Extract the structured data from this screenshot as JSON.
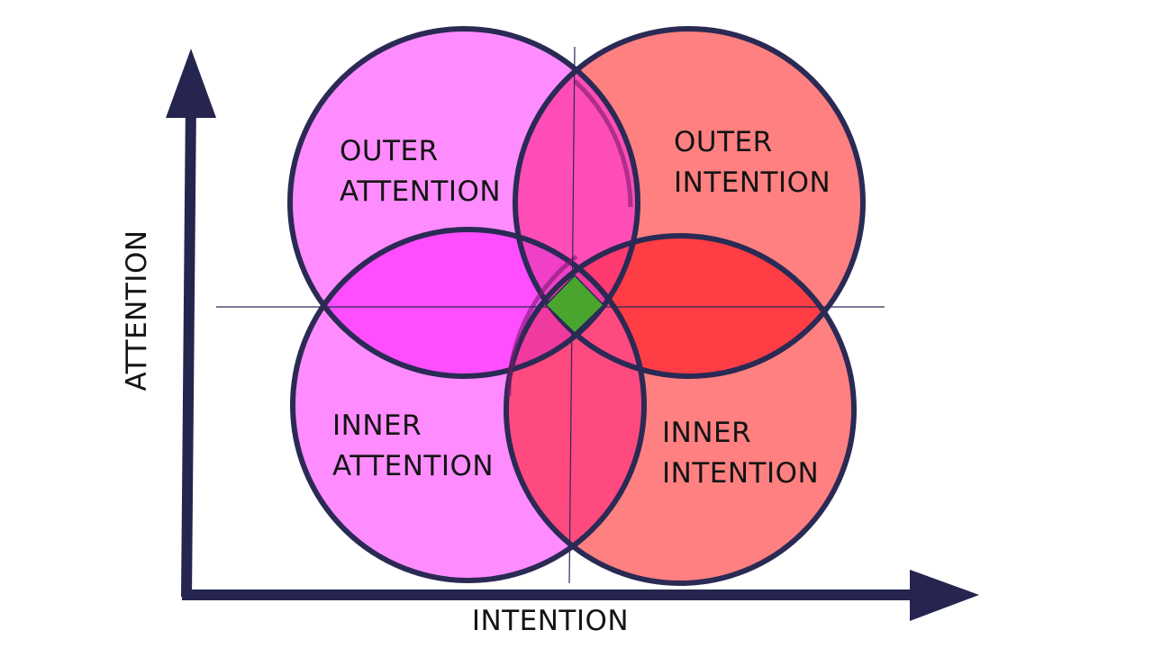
{
  "diagram": {
    "axes": {
      "x_label": "INTENTION",
      "y_label": "ATTENTION"
    },
    "circles": [
      {
        "id": "outer-attention",
        "line1": "OUTER",
        "line2": "ATTENTION"
      },
      {
        "id": "outer-intention",
        "line1": "OUTER",
        "line2": "INTENTION"
      },
      {
        "id": "inner-attention",
        "line1": "INNER",
        "line2": "ATTENTION"
      },
      {
        "id": "inner-intention",
        "line1": "INNER",
        "line2": "INTENTION"
      }
    ],
    "colors": {
      "attention_circle": "#ff8cff",
      "intention_circle": "#ff8080",
      "circle_stroke": "#2a2a55",
      "axis": "#25254f",
      "center_marker": "#4aa52e"
    }
  }
}
